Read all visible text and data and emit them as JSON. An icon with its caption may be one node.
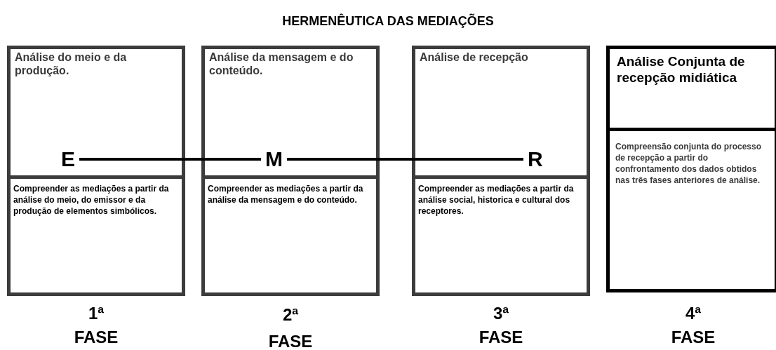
{
  "diagram": {
    "title": "HERMENÊUTICA DAS MEDIAÇÕES",
    "nodes": [
      {
        "text": [
          "Análise do meio e da produção."
        ]
      },
      {
        "text": [
          "E"
        ],
        "in": 0
      },
      {
        "text": [
          "Compreender as mediações a partir da análise do meio, do emissor e da produção de elementos simbólicos."
        ]
      },
      {
        "text": [
          "Análise da mensagem e do conteúdo."
        ]
      },
      {
        "text": [
          "M"
        ],
        "in": 3
      },
      {
        "text": [
          "Compreender as mediações a partir da análise da mensagem e do conteúdo."
        ]
      },
      {
        "text": [
          "Análise de recepção"
        ]
      },
      {
        "text": [
          "R"
        ],
        "in": 6
      },
      {
        "text": [
          "Compreender as mediações a partir da análise social, historica e cultural dos receptores."
        ]
      },
      {
        "text": [
          "Análise Conjunta de recepção midiática"
        ]
      },
      {
        "text": [
          "Compreensão conjunta do processo de recepção a partir do confrontamento dos dados obtidos nas três fases anteriores de análise."
        ]
      }
    ],
    "edges": [
      {
        "from": 1,
        "to": 4,
        "arrow": "none"
      },
      {
        "from": 4,
        "to": 7,
        "arrow": "none"
      }
    ],
    "labels": [
      "1ª",
      "FASE",
      "2ª",
      "FASE",
      "3ª",
      "FASE",
      "4ª",
      "FASE"
    ]
  }
}
